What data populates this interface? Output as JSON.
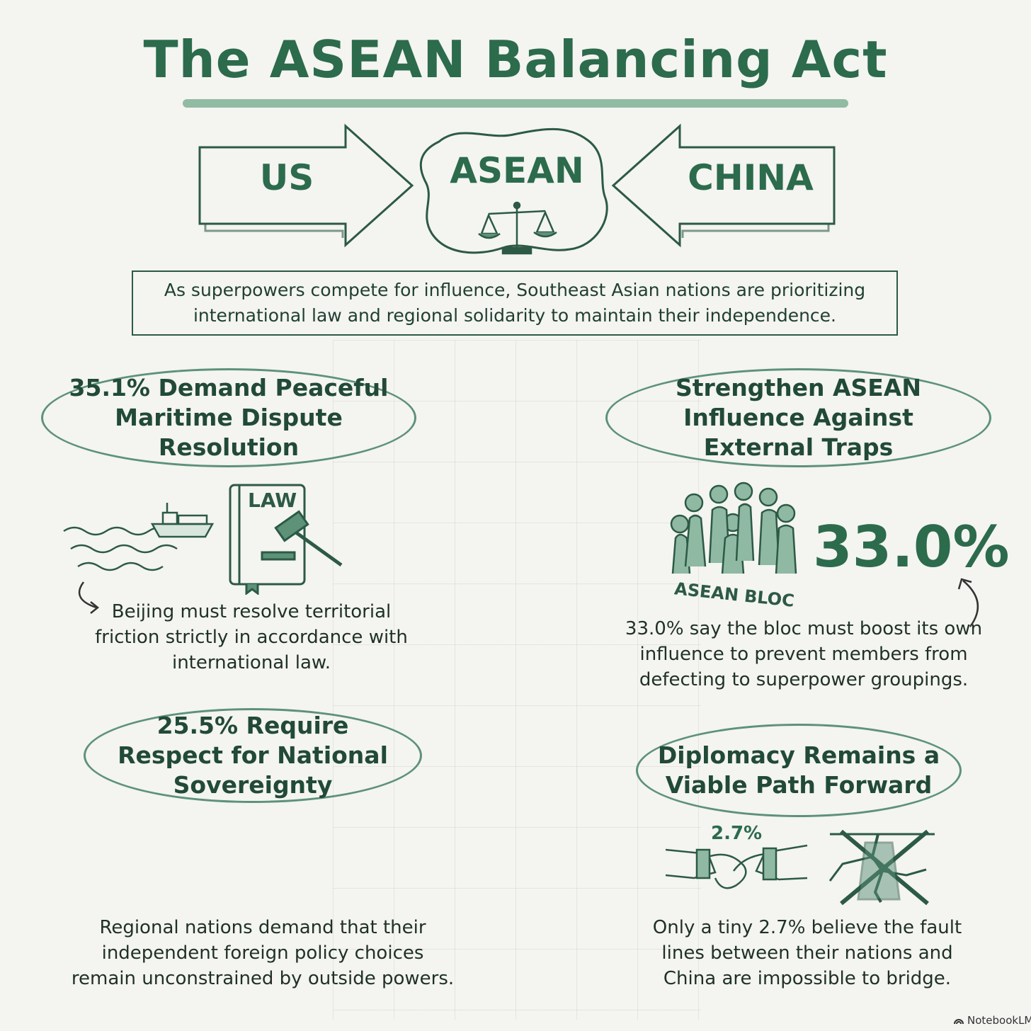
{
  "header": {
    "title": "The ASEAN Balancing Act"
  },
  "balance": {
    "left_label": "US",
    "center_label": "ASEAN",
    "right_label": "CHINA"
  },
  "intro": {
    "text": "As superpowers compete for influence, Southeast Asian nations are prioritizing international law and regional solidarity to maintain their independence."
  },
  "sections": {
    "maritime": {
      "heading": "35.1% Demand Peaceful Maritime Dispute Resolution",
      "book_label": "LAW",
      "body": "Beijing must resolve territorial friction strictly in accordance with international law."
    },
    "influence": {
      "heading": "Strengthen ASEAN Influence Against External Traps",
      "stat": "33.0%",
      "icon_label": "ASEAN BLOC",
      "body": "33.0% say the bloc must boost its own influence to prevent members from defecting to superpower groupings."
    },
    "sovereignty": {
      "heading": "25.5% Require Respect for National Sovereignty",
      "body": "Regional nations demand that their independent foreign policy choices remain unconstrained by outside powers."
    },
    "diplomacy": {
      "heading": "Diplomacy Remains a Viable Path Forward",
      "stat": "2.7%",
      "body": "Only a tiny 2.7% believe the fault lines between their nations and China are impossible to bridge."
    }
  },
  "footer": {
    "brand": "NotebookLM"
  },
  "colors": {
    "accent": "#2c6b4c",
    "oval_stroke": "#5d9279",
    "underline": "#7fb095"
  }
}
